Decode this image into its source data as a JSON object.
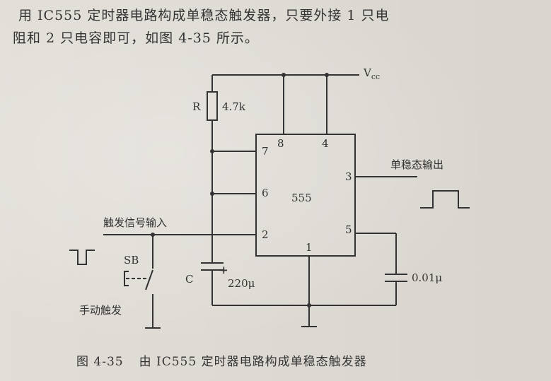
{
  "intro": {
    "line1": "用 IC555 定时器电路构成单稳态触发器，只要外接 1 只电",
    "line2": "阻和 2 只电容即可，如图 4-35 所示。"
  },
  "diagram": {
    "vcc": "V",
    "vcc_sub": "cc",
    "chip_label": "555",
    "resistor_label": "R",
    "resistor_value": "4.7k",
    "cap_label": "C",
    "cap_plus": "+",
    "cap_value": "220μ",
    "cap2_value": "0.01μ",
    "switch_label": "SB",
    "manual_trigger": "手动触发",
    "trigger_input": "触发信号输入",
    "output_label": "单稳态输出",
    "pins": {
      "p1": "1",
      "p2": "2",
      "p3": "3",
      "p4": "4",
      "p5": "5",
      "p6": "6",
      "p7": "7",
      "p8": "8"
    }
  },
  "caption": {
    "number": "图 4-35",
    "text": "由 IC555 定时器电路构成单稳态触发器"
  }
}
